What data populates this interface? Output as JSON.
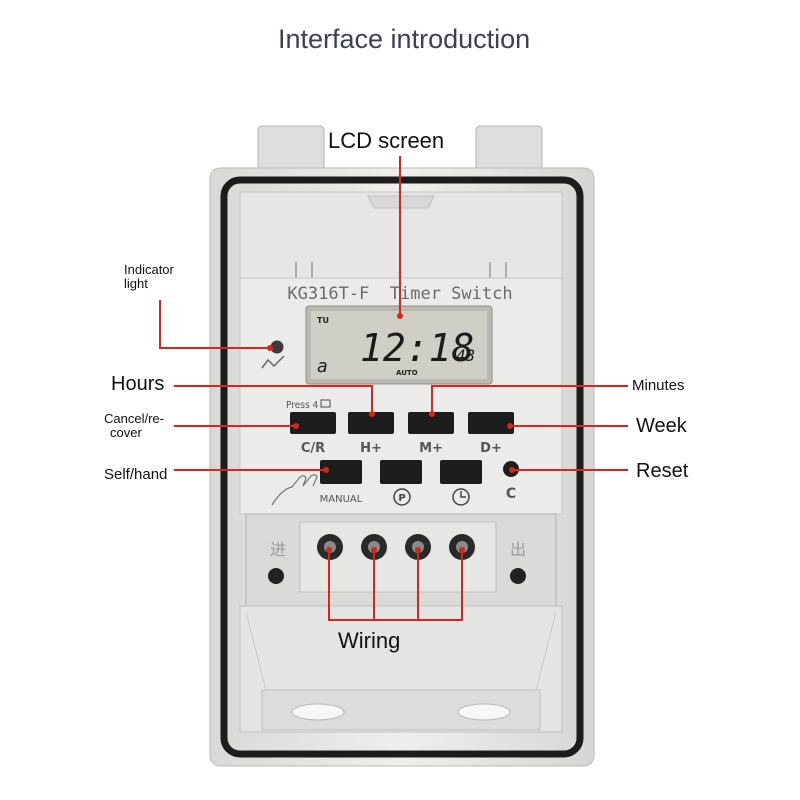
{
  "page": {
    "title": "Interface introduction"
  },
  "labels": {
    "lcd_screen": "LCD screen",
    "indicator_light_line1": "Indicator",
    "indicator_light_line2": "light",
    "hours": "Hours",
    "minutes": "Minutes",
    "cancel_recover_line1": "Cancel/re-",
    "cancel_recover_line2": "cover",
    "week": "Week",
    "self_hand": "Self/hand",
    "reset": "Reset",
    "wiring": "Wiring"
  },
  "device": {
    "model_text": "KG316T-F  Timer Switch",
    "lcd": {
      "day": "TU",
      "time": "12:18",
      "seconds": "43",
      "mode": "AUTO",
      "left_digit": "a"
    },
    "buttons": {
      "press4": "Press 4",
      "cr": "C/R",
      "h_plus": "H+",
      "m_plus": "M+",
      "d_plus": "D+"
    },
    "manual_label": "MANUAL",
    "p_symbol": "P",
    "reset_label": "C",
    "terminal_left": "进",
    "terminal_right": "出"
  },
  "colors": {
    "callout_line": "#d9261c",
    "device_body": "#e9e9e7",
    "lcd_background": "#cfcfc6"
  }
}
